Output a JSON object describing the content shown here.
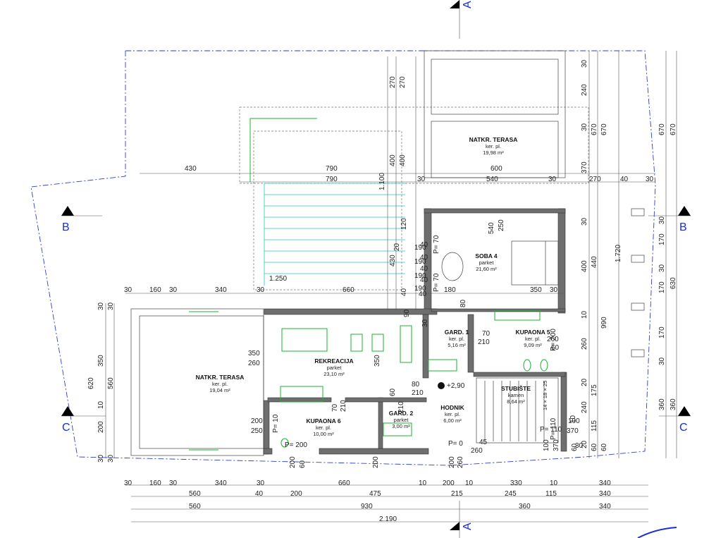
{
  "section_labels": {
    "a": "A",
    "b": "B",
    "c": "C"
  },
  "rooms": {
    "natkr_terasa_top": {
      "name": "NATKR. TERASA",
      "floor": "ker. pl.",
      "area": "19,98 m²"
    },
    "natkr_terasa_left": {
      "name": "NATKR. TERASA",
      "floor": "ker. pl.",
      "area": "19,04 m²"
    },
    "soba4": {
      "name": "SOBA 4",
      "floor": "parket",
      "area": "21,60 m²"
    },
    "rekreacija": {
      "name": "REKREACIJA",
      "floor": "parket",
      "area": "23,10 m²"
    },
    "gard1": {
      "name": "GARD. 1",
      "floor": "ker. pl.",
      "area": "5,16 m²"
    },
    "kupaona5": {
      "name": "KUPAONA 5",
      "floor": "ker. pl.",
      "area": "9,09 m²"
    },
    "stubiste": {
      "name": "STUBIŠTE",
      "floor": "kamen",
      "area": "8,64 m²"
    },
    "hodnik": {
      "name": "HODNIK",
      "floor": "ker. pl.",
      "area": "6,00 m²"
    },
    "gard2": {
      "name": "GARD. 2",
      "floor": "parket",
      "area": "3,00 m²"
    },
    "kupaona6": {
      "name": "KUPAONA 6",
      "floor": "ker. pl.",
      "area": "10,00 m²"
    }
  },
  "level": "+2,90",
  "annotations": {
    "p200_a": "P= 200",
    "p200_b": "P= 200",
    "p0": "P= 0",
    "p10": "P= 10",
    "p110": "P= 110",
    "p110b": "P= 110",
    "p70a": "P= 70",
    "p70b": "P= 70"
  },
  "dims_top_horizontal": {
    "d430": "430",
    "d790a": "790",
    "d600": "600",
    "d790b": "790",
    "d30a": "30",
    "d540": "540",
    "d30b": "30",
    "d270": "270",
    "d40": "40",
    "d30c": "30"
  },
  "dims_row_mid": {
    "a": "30",
    "b": "160",
    "c": "30",
    "d": "340",
    "e": "30",
    "f": "1.250",
    "g": "660",
    "h": "40",
    "i": "180",
    "j": "350",
    "k": "30"
  },
  "dims_bottom_1": [
    "30",
    "160",
    "30",
    "340",
    "30",
    "660",
    "10",
    "200",
    "10",
    "330",
    "10",
    "340"
  ],
  "dims_bottom_2": [
    "560",
    "40",
    "200",
    "475",
    "215",
    "245",
    "115",
    "340"
  ],
  "dims_bottom_3": [
    "560",
    "930",
    "360",
    "340"
  ],
  "dims_bottom_total": "2.190",
  "dims_vertical_top": {
    "v270a": "270",
    "v270b": "270",
    "v1100": "1.100",
    "v400a": "400",
    "v400b": "400",
    "v430": "430",
    "v120": "120",
    "v20": "20",
    "v40": "40"
  },
  "dims_right": {
    "r30a": "30",
    "r240": "240",
    "r30b": "30",
    "r370": "370",
    "r30c": "30",
    "r400": "400",
    "r10": "10",
    "r260": "260",
    "r20": "20",
    "r240b": "240",
    "r20b": "20",
    "r60": "60",
    "r670a": "670",
    "r670b": "670",
    "r440": "440",
    "r990": "990",
    "r175": "175",
    "r115": "115",
    "r60b": "60",
    "r1720": "1.720",
    "r630": "630",
    "r360a": "360",
    "r360b": "360",
    "r170a": "170",
    "r170b": "170",
    "r170c": "170",
    "r30d": "30",
    "r30e": "30",
    "r30f": "30",
    "r670c": "670",
    "r670d": "670"
  },
  "dims_left": {
    "l30a": "30",
    "l30b": "30",
    "l620": "620",
    "l350": "350",
    "l560": "560",
    "l10": "10",
    "l200": "200",
    "l30c": "30",
    "l30d": "30"
  },
  "dims_inner": {
    "i350": "350",
    "i260": "260",
    "i200": "200",
    "i250": "250",
    "i350b": "350",
    "i70": "70",
    "i210a": "210",
    "i210b": "210",
    "i60": "60",
    "i80": "80",
    "i90": "90",
    "i30": "30",
    "i540": "540",
    "i250b": "250",
    "i70b": "70",
    "i210c": "210",
    "i210d": "210",
    "i80b": "80",
    "i260b": "260",
    "i60b": "60",
    "i200b": "200",
    "i100": "100",
    "i370": "370",
    "i45": "45",
    "i260c": "260",
    "i200c": "200",
    "i260d": "260",
    "i200d": "200",
    "i60c": "60",
    "i190a": "190",
    "i190b": "190",
    "i190c": "190",
    "i190d": "190",
    "i40a": "40",
    "i40b": "40",
    "i40c": "40",
    "i40d": "40",
    "i10b": "10",
    "i370b": "370",
    "i100b": "100",
    "i60d": "60",
    "i30b": "30"
  },
  "stair_note": "14 × 18 × 25"
}
